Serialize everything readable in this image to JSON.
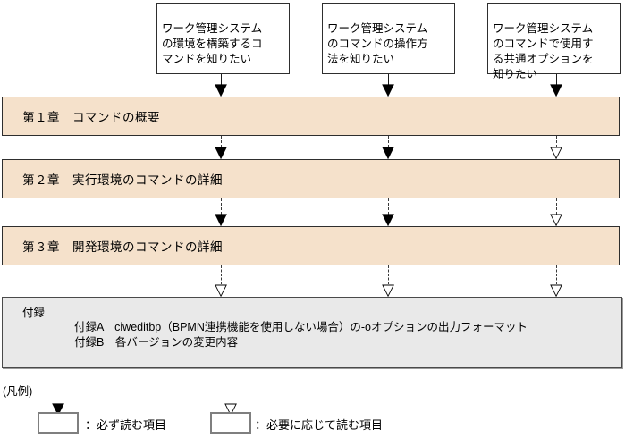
{
  "icons": {
    "must_read_arrow": "▼",
    "optional_arrow": "▽"
  },
  "colors": {
    "chapter_bar_fill": "#f5e1cb",
    "appendix_fill": "#e9e9e9"
  },
  "top_boxes": [
    {
      "text": "ワーク管理システム\nの環境を構築するコ\nマンドを知りたい"
    },
    {
      "text": "ワーク管理システム\nのコマンドの操作方\n法を知りたい"
    },
    {
      "text": "ワーク管理システム\nのコマンドで使用す\nる共通オプションを\n知りたい"
    }
  ],
  "chapters": [
    {
      "label": "第１章　コマンドの概要"
    },
    {
      "label": "第２章　実行環境のコマンドの詳細"
    },
    {
      "label": "第３章　開発環境のコマンドの詳細"
    }
  ],
  "appendix": {
    "title": "付録",
    "items": [
      {
        "label": "付録A　ciweditbp（BPMN連携機能を使用しない場合）の-oオプションの出力フォーマット"
      },
      {
        "label": "付録B　各バージョンの変更内容"
      }
    ]
  },
  "legend": {
    "title": "(凡例)",
    "items": [
      {
        "icon": "must-read-arrow",
        "label": "：必ず読む項目"
      },
      {
        "icon": "optional-arrow",
        "label": "：必要に応じて読む項目"
      }
    ]
  }
}
